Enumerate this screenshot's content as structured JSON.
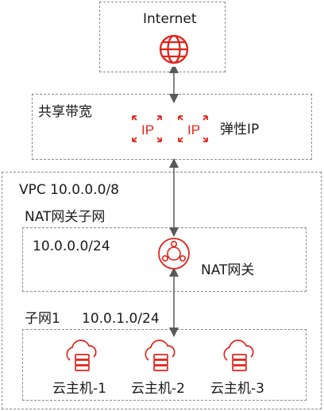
{
  "internet": {
    "label": "Internet"
  },
  "shared_bandwidth": {
    "label": "共享带宽",
    "eip_label": "弹性IP",
    "ip_text": "IP"
  },
  "vpc": {
    "label": "VPC 10.0.0.0/8"
  },
  "nat_subnet": {
    "label": "NAT网关子网",
    "cidr": "10.0.0.0/24",
    "gateway_label": "NAT网关"
  },
  "subnet1": {
    "label": "子网1",
    "cidr": "10.0.1.0/24"
  },
  "servers": [
    {
      "label": "云主机-1"
    },
    {
      "label": "云主机-2"
    },
    {
      "label": "云主机-3"
    }
  ],
  "colors": {
    "accent": "#e2231a",
    "border": "#8c8c8c",
    "arrow": "#595959"
  }
}
